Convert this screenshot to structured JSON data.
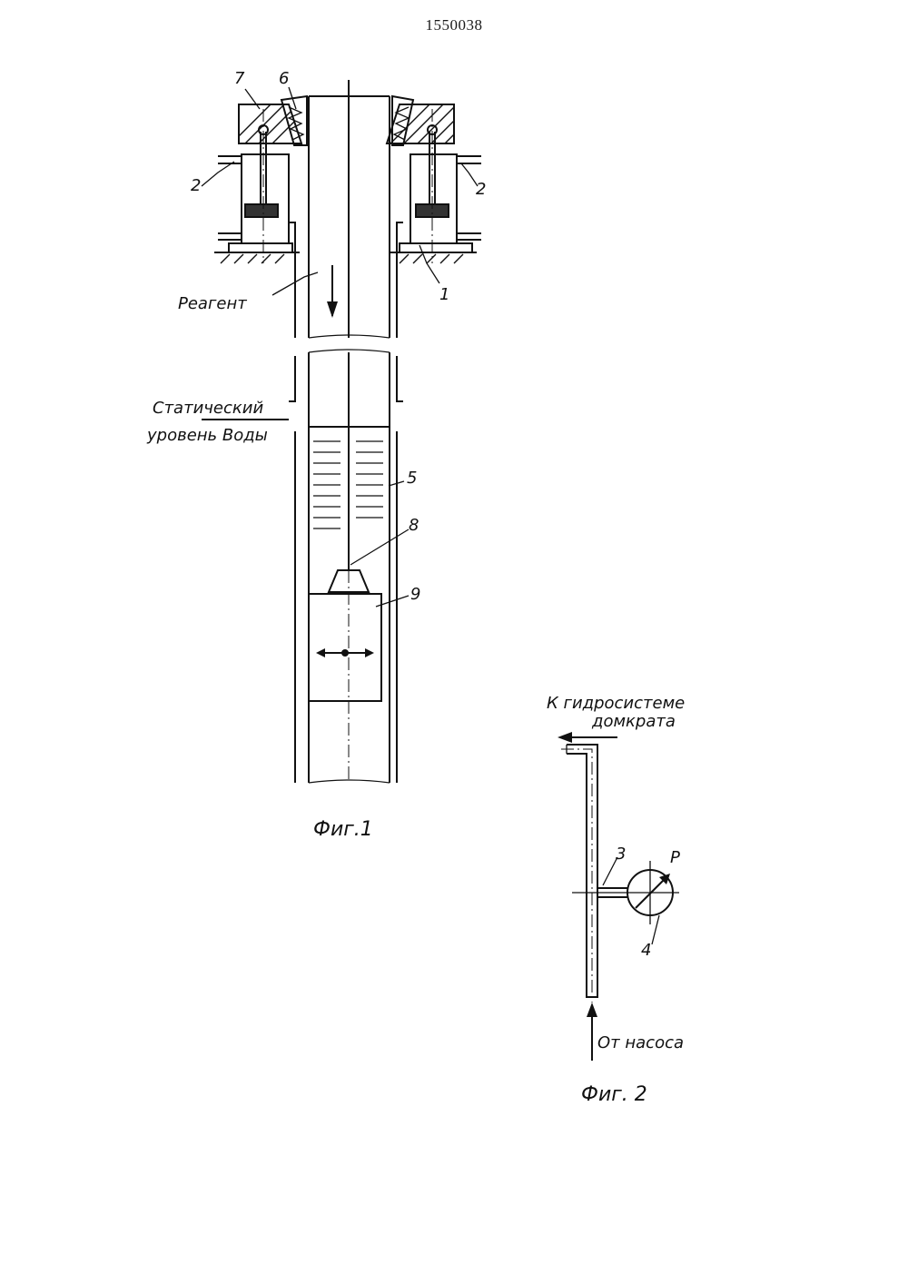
{
  "document": {
    "number": "1550038"
  },
  "figure1": {
    "caption": "Фиг.1",
    "labels": {
      "reagent": "Реагент",
      "static_level_line1": "Статический",
      "static_level_line2": "уровень Воды",
      "callout_1": "1",
      "callout_2_left": "2",
      "callout_2_right": "2",
      "callout_5": "5",
      "callout_6": "6",
      "callout_7": "7",
      "callout_8": "8",
      "callout_9": "9"
    }
  },
  "figure2": {
    "caption": "Фиг. 2",
    "labels": {
      "to_jack_line1": "К гидросистеме",
      "to_jack_line2": "домкрата",
      "from_pump": "От насоса",
      "callout_3": "3",
      "callout_4": "4",
      "gauge_symbol": "P"
    }
  }
}
